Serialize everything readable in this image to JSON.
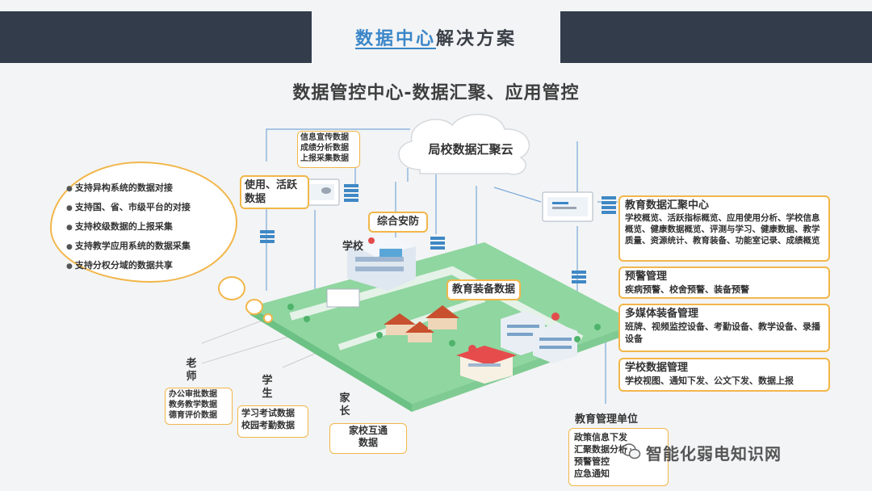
{
  "header": {
    "title_highlight": "数据中心",
    "title_rest": "解决方案"
  },
  "subtitle": "数据管控中心-数据汇聚、应用管控",
  "cloud": {
    "label": "局校数据汇聚云"
  },
  "thought_bubble": {
    "items": [
      "支持异构系统的数据对接",
      "支持国、省、市级平台的对接",
      "支持校级数据的上报采集",
      "支持教学应用系统的数据采集",
      "支持分权分域的数据共享"
    ]
  },
  "info_box": {
    "lines": [
      "信息宣传数据",
      "成绩分析数据",
      "上报采集数据"
    ]
  },
  "usage_box": {
    "label": "使用、活跃数据"
  },
  "security_box": {
    "label": "综合安防"
  },
  "school_label": "学校",
  "equipment_box": {
    "label": "教育装备数据"
  },
  "right_panels": [
    {
      "title": "教育数据汇聚中心",
      "text": "学校概览、活跃指标概览、应用使用分析、学校信息概览、健康数据概览、评测与学习、健康数据、教学质量、资源统计、教育装备、功能室记录、成绩概览"
    },
    {
      "title": "预警管理",
      "text": "疾病预警、校舍预警、装备预警"
    },
    {
      "title": "多媒体装备管理",
      "text": "班牌、视频监控设备、考勤设备、教学设备、录播设备"
    },
    {
      "title": "学校数据管理",
      "text": "学校视图、通知下发、公文下发、数据上报"
    }
  ],
  "roles": {
    "teacher": {
      "name_1": "老",
      "name_2": "师",
      "data": [
        "办公审批数据",
        "教务教学数据",
        "德育评价数据"
      ]
    },
    "student": {
      "name_1": "学",
      "name_2": "生",
      "data": [
        "学习考试数据",
        "校园考勤数据"
      ]
    },
    "parent": {
      "name_1": "家",
      "name_2": "长",
      "data": [
        "家校互通",
        "数据"
      ]
    },
    "authority": {
      "name": "教育管理单位",
      "data": [
        "政策信息下发",
        "汇聚数据分析",
        "预警管控",
        "应急通知"
      ]
    }
  },
  "watermark": "智能化弱电知识网",
  "colors": {
    "header_bar": "#323c4b",
    "accent_border": "#f2b64a",
    "highlight": "#3a86c8",
    "ground": "#8fd6a0",
    "line": "#7aa9d9"
  }
}
